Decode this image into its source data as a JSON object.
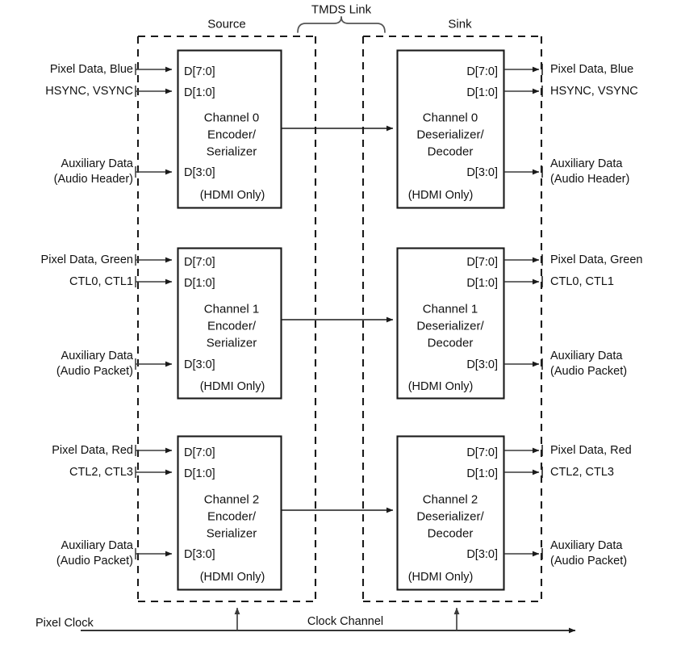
{
  "diagram": {
    "title_tmds": "TMDS Link",
    "label_source": "Source",
    "label_sink": "Sink",
    "clock": {
      "input_label": "Pixel Clock",
      "channel_label": "Clock Channel"
    },
    "pins": {
      "d70": "D[7:0]",
      "d10": "D[1:0]",
      "d30": "D[3:0]",
      "hdmi_only": "(HDMI Only)"
    },
    "channels": [
      {
        "id": "channel-0",
        "source_box": {
          "line1": "Channel 0",
          "line2": "Encoder/",
          "line3": "Serializer"
        },
        "sink_box": {
          "line1": "Channel 0",
          "line2": "Deserializer/",
          "line3": "Decoder"
        },
        "inputs": [
          {
            "label_line1": "Pixel Data, Blue",
            "label_line2": "",
            "pin": "D[7:0]"
          },
          {
            "label_line1": "HSYNC, VSYNC",
            "label_line2": "",
            "pin": "D[1:0]"
          },
          {
            "label_line1": "Auxiliary Data",
            "label_line2": "(Audio Header)",
            "pin": "D[3:0]"
          }
        ],
        "outputs": [
          {
            "label_line1": "Pixel Data, Blue",
            "label_line2": "",
            "pin": "D[7:0]"
          },
          {
            "label_line1": "HSYNC, VSYNC",
            "label_line2": "",
            "pin": "D[1:0]"
          },
          {
            "label_line1": "Auxiliary Data",
            "label_line2": "(Audio Header)",
            "pin": "D[3:0]"
          }
        ]
      },
      {
        "id": "channel-1",
        "source_box": {
          "line1": "Channel 1",
          "line2": "Encoder/",
          "line3": "Serializer"
        },
        "sink_box": {
          "line1": "Channel 1",
          "line2": "Deserializer/",
          "line3": "Decoder"
        },
        "inputs": [
          {
            "label_line1": "Pixel Data, Green",
            "label_line2": "",
            "pin": "D[7:0]"
          },
          {
            "label_line1": "CTL0, CTL1",
            "label_line2": "",
            "pin": "D[1:0]"
          },
          {
            "label_line1": "Auxiliary Data",
            "label_line2": "(Audio Packet)",
            "pin": "D[3:0]"
          }
        ],
        "outputs": [
          {
            "label_line1": "Pixel Data, Green",
            "label_line2": "",
            "pin": "D[7:0]"
          },
          {
            "label_line1": "CTL0, CTL1",
            "label_line2": "",
            "pin": "D[1:0]"
          },
          {
            "label_line1": "Auxiliary Data",
            "label_line2": "(Audio Packet)",
            "pin": "D[3:0]"
          }
        ]
      },
      {
        "id": "channel-2",
        "source_box": {
          "line1": "Channel 2",
          "line2": "Encoder/",
          "line3": "Serializer"
        },
        "sink_box": {
          "line1": "Channel 2",
          "line2": "Deserializer/",
          "line3": "Decoder"
        },
        "inputs": [
          {
            "label_line1": "Pixel Data, Red",
            "label_line2": "",
            "pin": "D[7:0]"
          },
          {
            "label_line1": "CTL2, CTL3",
            "label_line2": "",
            "pin": "D[1:0]"
          },
          {
            "label_line1": "Auxiliary Data",
            "label_line2": "(Audio Packet)",
            "pin": "D[3:0]"
          }
        ],
        "outputs": [
          {
            "label_line1": "Pixel Data, Red",
            "label_line2": "",
            "pin": "D[7:0]"
          },
          {
            "label_line1": "CTL2, CTL3",
            "label_line2": "",
            "pin": "D[1:0]"
          },
          {
            "label_line1": "Auxiliary Data",
            "label_line2": "(Audio Packet)",
            "pin": "D[3:0]"
          }
        ]
      }
    ],
    "colors": {
      "stroke": "#1a1a1a",
      "text": "#111111",
      "background": "#ffffff"
    }
  }
}
